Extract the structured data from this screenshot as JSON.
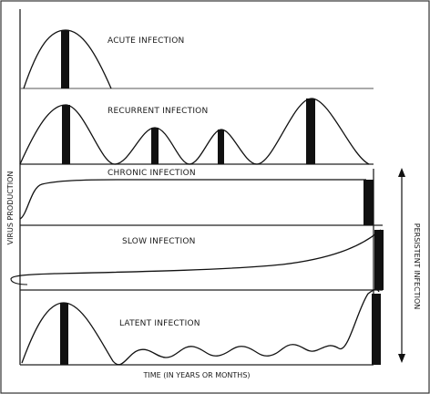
{
  "diagram": {
    "panels": [
      {
        "id": "acute",
        "label": "ACUTE INFECTION"
      },
      {
        "id": "recurrent",
        "label": "RECURRENT  INFECTION"
      },
      {
        "id": "chronic",
        "label": "CHRONIC INFECTION"
      },
      {
        "id": "slow",
        "label": "SLOW INFECTION"
      },
      {
        "id": "latent",
        "label": "LATENT INFECTION"
      }
    ],
    "y_axis_label": "VIRUS PRODUCTION",
    "x_axis_label": "TIME (IN YEARS OR MONTHS)",
    "bracket_label": "PERSISTENT  INFECTION"
  }
}
